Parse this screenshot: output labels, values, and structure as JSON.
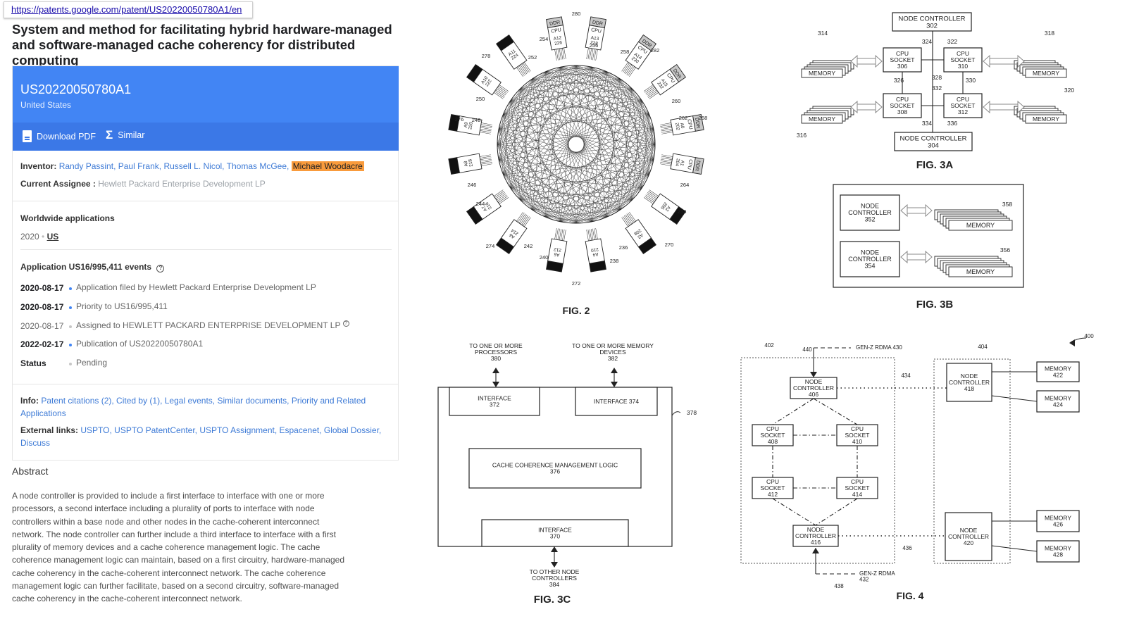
{
  "url": "https://patents.google.com/patent/US20220050780A1/en",
  "title": "System and method for facilitating hybrid hardware-managed and software-managed cache coherency for distributed computing",
  "patent": {
    "number": "US20220050780A1",
    "country": "United States",
    "download_pdf": "Download PDF",
    "similar": "Similar",
    "inventor_label": "Inventor:",
    "inventors": [
      "Randy Passint",
      "Paul Frank",
      "Russell L. Nicol",
      "Thomas McGee"
    ],
    "inventor_highlighted": "Michael Woodacre",
    "assignee_label": "Current Assignee :",
    "assignee": "Hewlett Packard Enterprise Development LP",
    "worldwide_label": "Worldwide applications",
    "worldwide_year": "2020",
    "worldwide_country": "US",
    "events_label": "Application US16/995,411 events",
    "events": [
      {
        "date": "2020-08-17",
        "text": "Application filed by Hewlett Packard Enterprise Development LP"
      },
      {
        "date": "2020-08-17",
        "text": "Priority to US16/995,411"
      },
      {
        "date": "2020-08-17",
        "text": "Assigned to HEWLETT PACKARD ENTERPRISE DEVELOPMENT LP"
      },
      {
        "date": "2022-02-17",
        "text": "Publication of US20220050780A1"
      },
      {
        "date": "Status",
        "text": "Pending"
      }
    ],
    "info_label": "Info:",
    "info_links_line1": "Patent citations (2), Cited by (1), Legal events, Similar documents, Priority and Related",
    "info_links_line2": "Applications",
    "external_label": "External links:",
    "external_links_line1": "USPTO, USPTO PatentCenter, USPTO Assignment, Espacenet, Global Dossier,",
    "external_links_line2": "Discuss",
    "abstract_title": "Abstract",
    "abstract_lines": [
      "A node controller is provided to include a first interface to interface with one or more",
      "processors, a second interface including a plurality of ports to interface with node",
      "controllers within a base node and other nodes in the cache-coherent interconnect",
      "network. The node controller can further include a third interface to interface with a first",
      "plurality of memory devices and a cache coherence management logic. The cache",
      "coherence management logic can maintain, based on a first circuitry, hardware-managed",
      "cache coherency in the cache-coherent interconnect network. The cache coherence",
      "management logic can further facilitate, based on a second circuitry, software-managed",
      "cache coherency in the cache-coherent interconnect network."
    ]
  },
  "figures": {
    "fig2": {
      "label": "FIG. 2",
      "refs": [
        "280",
        "254",
        "256",
        "258",
        "282",
        "278",
        "252",
        "250",
        "260",
        "262",
        "268",
        "276",
        "248",
        "246",
        "264",
        "244",
        "234",
        "274",
        "242",
        "236",
        "270",
        "240",
        "238",
        "272"
      ],
      "sockets": [
        "A12\n226",
        "A13\n228",
        "A14\n230",
        "A15\n232",
        "A0\n202",
        "A1\n204",
        "A2\n206",
        "A3\n208",
        "A4\n210",
        "A5\n212",
        "A6\n214",
        "A7\n216",
        "A8\n218",
        "A9\n220",
        "A10\n222",
        "A11\n224"
      ],
      "ddr": "DDR",
      "cpu": "CPU"
    },
    "fig3a": {
      "label": "FIG. 3A",
      "nc302": "NODE CONTROLLER\n302",
      "nc304": "NODE CONTROLLER\n304",
      "s306": "CPU\nSOCKET\n306",
      "s310": "CPU\nSOCKET\n310",
      "s308": "CPU\nSOCKET\n308",
      "s312": "CPU\nSOCKET\n312",
      "memory": "MEMORY",
      "refs": [
        "314",
        "318",
        "316",
        "320",
        "324",
        "322",
        "326",
        "328",
        "330",
        "332",
        "334",
        "336"
      ]
    },
    "fig3b": {
      "label": "FIG. 3B",
      "nc352": "NODE\nCONTROLLER\n352",
      "nc354": "NODE\nCONTROLLER\n354",
      "memory": "MEMORY",
      "refs": [
        "358",
        "356"
      ]
    },
    "fig3c": {
      "label": "FIG. 3C",
      "top_left": "TO ONE OR MORE\nPROCESSORS\n380",
      "top_right": "TO ONE OR MORE MEMORY\nDEVICES\n382",
      "if372": "INTERFACE\n372",
      "if374": "INTERFACE 374",
      "ccml": "CACHE COHERENCE MANAGEMENT LOGIC\n376",
      "if370": "INTERFACE\n370",
      "bottom": "TO OTHER NODE\nCONTROLLERS\n384",
      "ref378": "378"
    },
    "fig4": {
      "label": "FIG. 4",
      "genz_top": "GEN-Z RDMA  430",
      "genz_bottom": "GEN-Z RDMA\n432",
      "refs": [
        "402",
        "440",
        "404",
        "400",
        "434",
        "436",
        "438"
      ],
      "nc406": "NODE\nCONTROLLER\n406",
      "nc416": "NODE\nCONTROLLER\n416",
      "nc418": "NODE\nCONTROLLER\n418",
      "nc420": "NODE\nCONTROLLER\n420",
      "s408": "CPU\nSOCKET\n408",
      "s410": "CPU\nSOCKET\n410",
      "s412": "CPU\nSOCKET\n412",
      "s414": "CPU\nSOCKET\n414",
      "m422": "MEMORY\n422",
      "m424": "MEMORY\n424",
      "m426": "MEMORY\n426",
      "m428": "MEMORY\n428"
    }
  }
}
